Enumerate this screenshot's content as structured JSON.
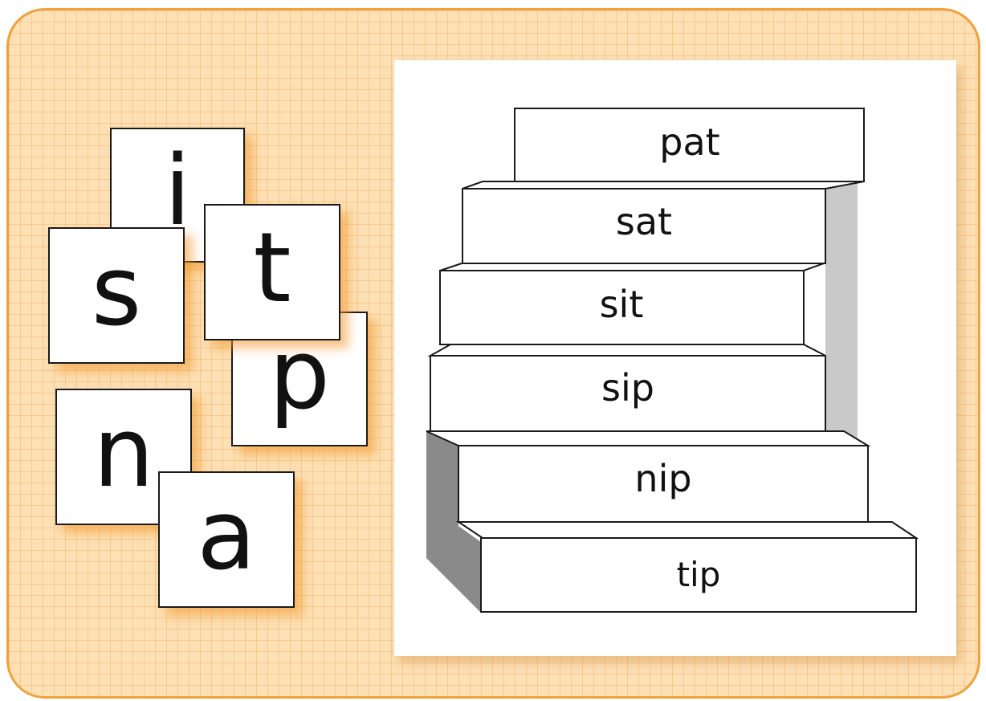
{
  "letter_cards": [
    {
      "letter": "i"
    },
    {
      "letter": "s"
    },
    {
      "letter": "t"
    },
    {
      "letter": "p"
    },
    {
      "letter": "n"
    },
    {
      "letter": "a"
    }
  ],
  "stair_words": [
    "pat",
    "sat",
    "sit",
    "sip",
    "nip",
    "tip"
  ],
  "colors": {
    "board_fill": "#fde0b4",
    "board_border": "#f0a13c",
    "grid_line": "#efa050",
    "step_side_light": "#c9c9c9",
    "step_side_dark": "#8a8a8a"
  }
}
